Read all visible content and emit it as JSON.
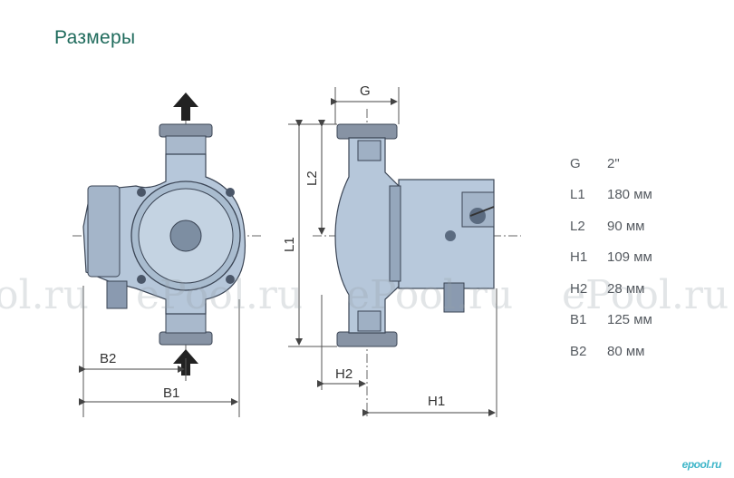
{
  "title": "Размеры",
  "specs": [
    {
      "key": "G",
      "value": "2\""
    },
    {
      "key": "L1",
      "value": "180 мм"
    },
    {
      "key": "L2",
      "value": "90 мм"
    },
    {
      "key": "H1",
      "value": "109 мм"
    },
    {
      "key": "H2",
      "value": "28 мм"
    },
    {
      "key": "B1",
      "value": "125 мм"
    },
    {
      "key": "B2",
      "value": "80 мм"
    }
  ],
  "drawing_labels": {
    "G": "G",
    "L1": "L1",
    "L2": "L2",
    "H1": "H1",
    "H2": "H2",
    "B1": "B1",
    "B2": "B2"
  },
  "watermarks": [
    "ol.ru",
    "ePool.ru",
    "ePool.ru",
    "ePool.ru"
  ],
  "logo": "epool.ru",
  "colors": {
    "title": "#1f6b5c",
    "pump_body": "#b8c8dc",
    "pump_dark": "#5b6b80"
  }
}
